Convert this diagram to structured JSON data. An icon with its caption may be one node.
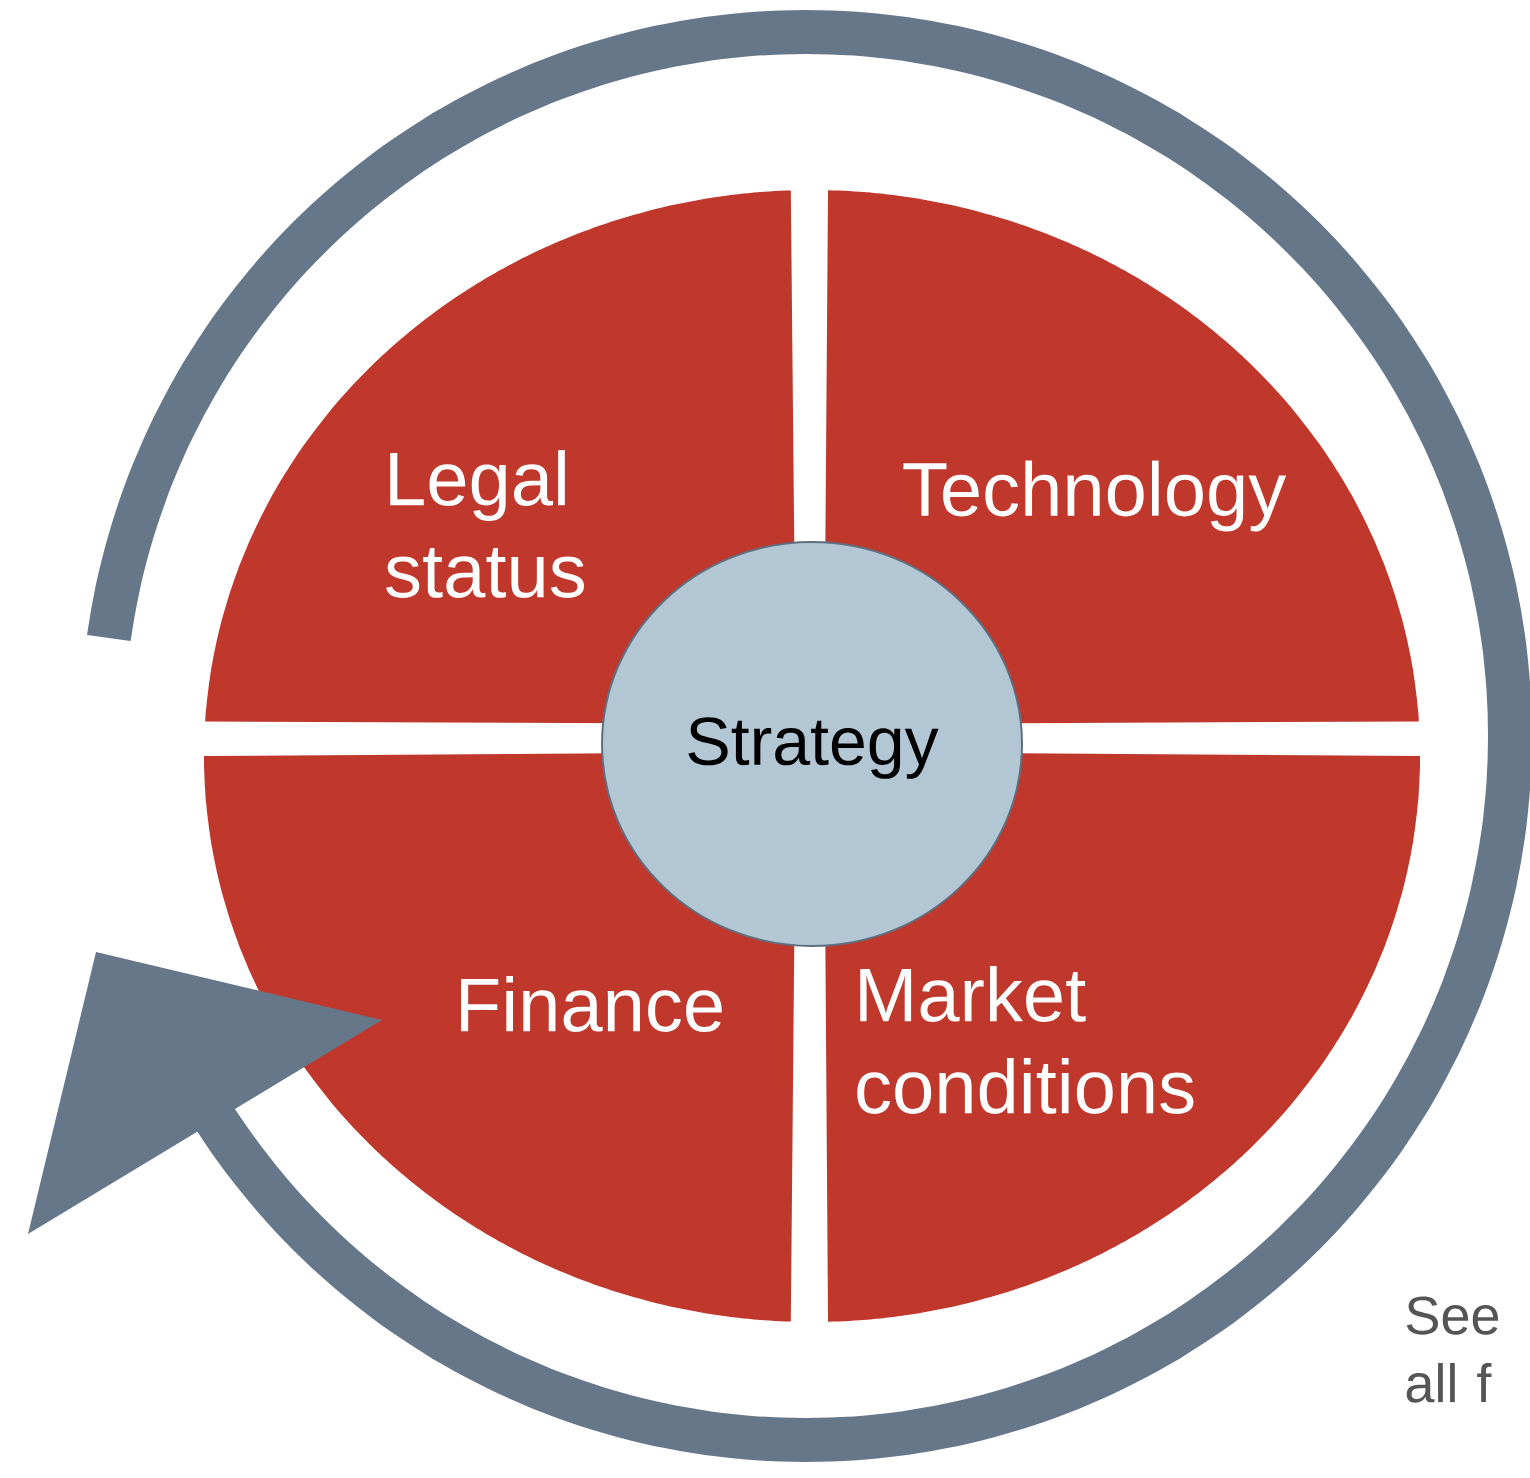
{
  "diagram": {
    "nodes": [
      {
        "text": [
          "Legal status"
        ]
      },
      {
        "text": [
          "Technology"
        ]
      },
      {
        "text": [
          "Strategy"
        ]
      },
      {
        "text": [
          "Finance"
        ]
      },
      {
        "text": [
          "Market conditions"
        ]
      }
    ],
    "labels": [
      "See all f"
    ]
  }
}
